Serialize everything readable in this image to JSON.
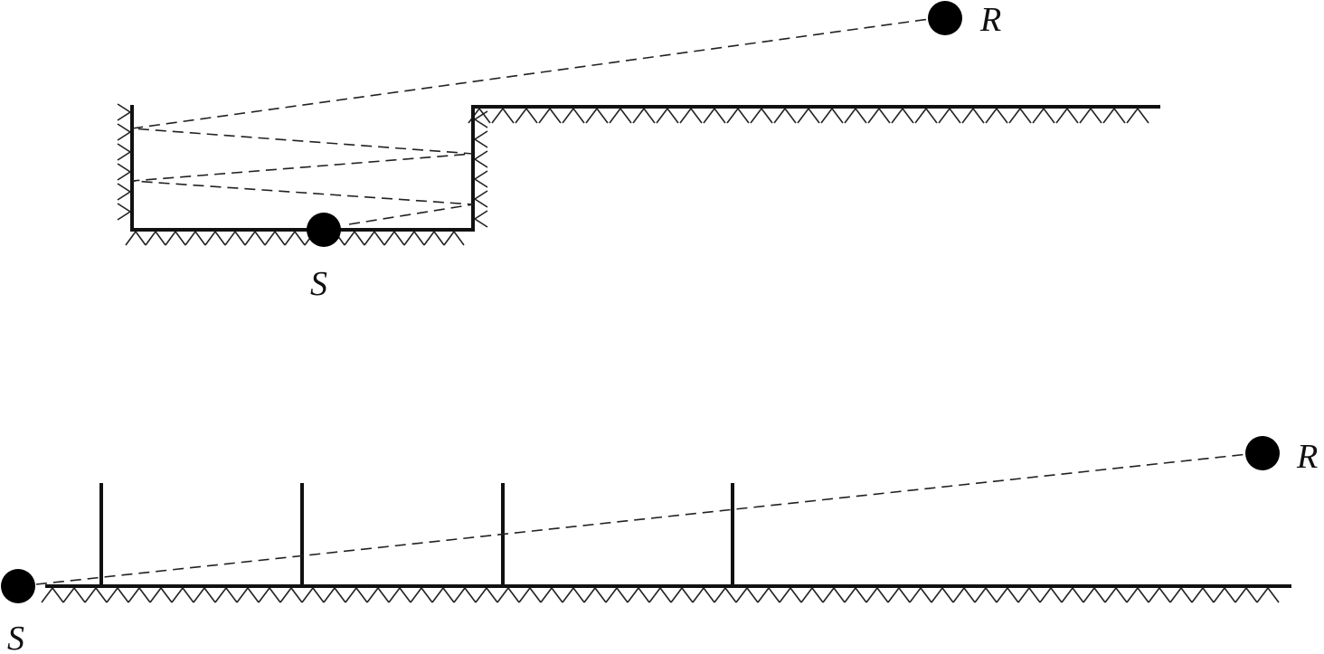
{
  "top_diagram": {
    "source_label": "S",
    "receiver_label": "R"
  },
  "bottom_diagram": {
    "source_label": "S",
    "receiver_label": "R",
    "barrier_count": 4
  }
}
